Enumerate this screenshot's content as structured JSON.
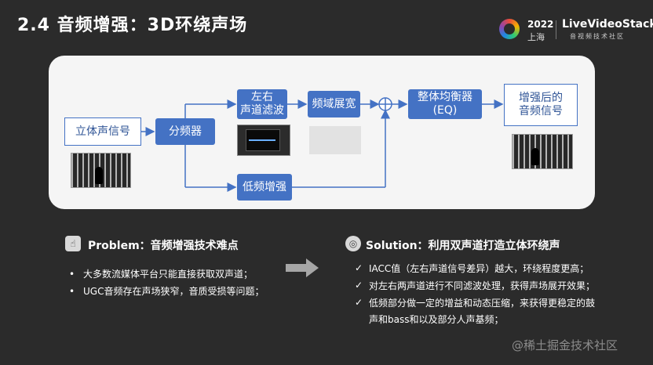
{
  "title": "2.4 音频增强：3D环绕声场",
  "brand": {
    "year": "2022",
    "city": "上海",
    "name": "LiveVideoStack",
    "subtitle": "音视频技术社区"
  },
  "diagram": {
    "input": "立体声信号",
    "splitter": "分频器",
    "lr_filter": "左右\n声道滤波",
    "widen": "频域展宽",
    "bass": "低频增强",
    "eq": "整体均衡器\n(EQ)",
    "output": "增强后的\n音频信号"
  },
  "problem": {
    "title": "Problem：音频增强技术难点",
    "items": [
      "大多数流媒体平台只能直接获取双声道；",
      "UGC音频存在声场狭窄，音质受损等问题；"
    ]
  },
  "solution": {
    "title": "Solution：利用双声道打造立体环绕声",
    "items": [
      "IACC值（左右声道信号差异）越大，环绕程度更高；",
      "对左右两声道进行不同滤波处理，获得声场展开效果；",
      "低频部分做一定的增益和动态压缩，来获得更稳定的鼓",
      "声和bass和以及部分人声基频；"
    ]
  },
  "watermark": "@稀土掘金技术社区",
  "colors": {
    "accent": "#4472c4",
    "background": "#2b2b2b",
    "panel": "#f5f5f5"
  }
}
